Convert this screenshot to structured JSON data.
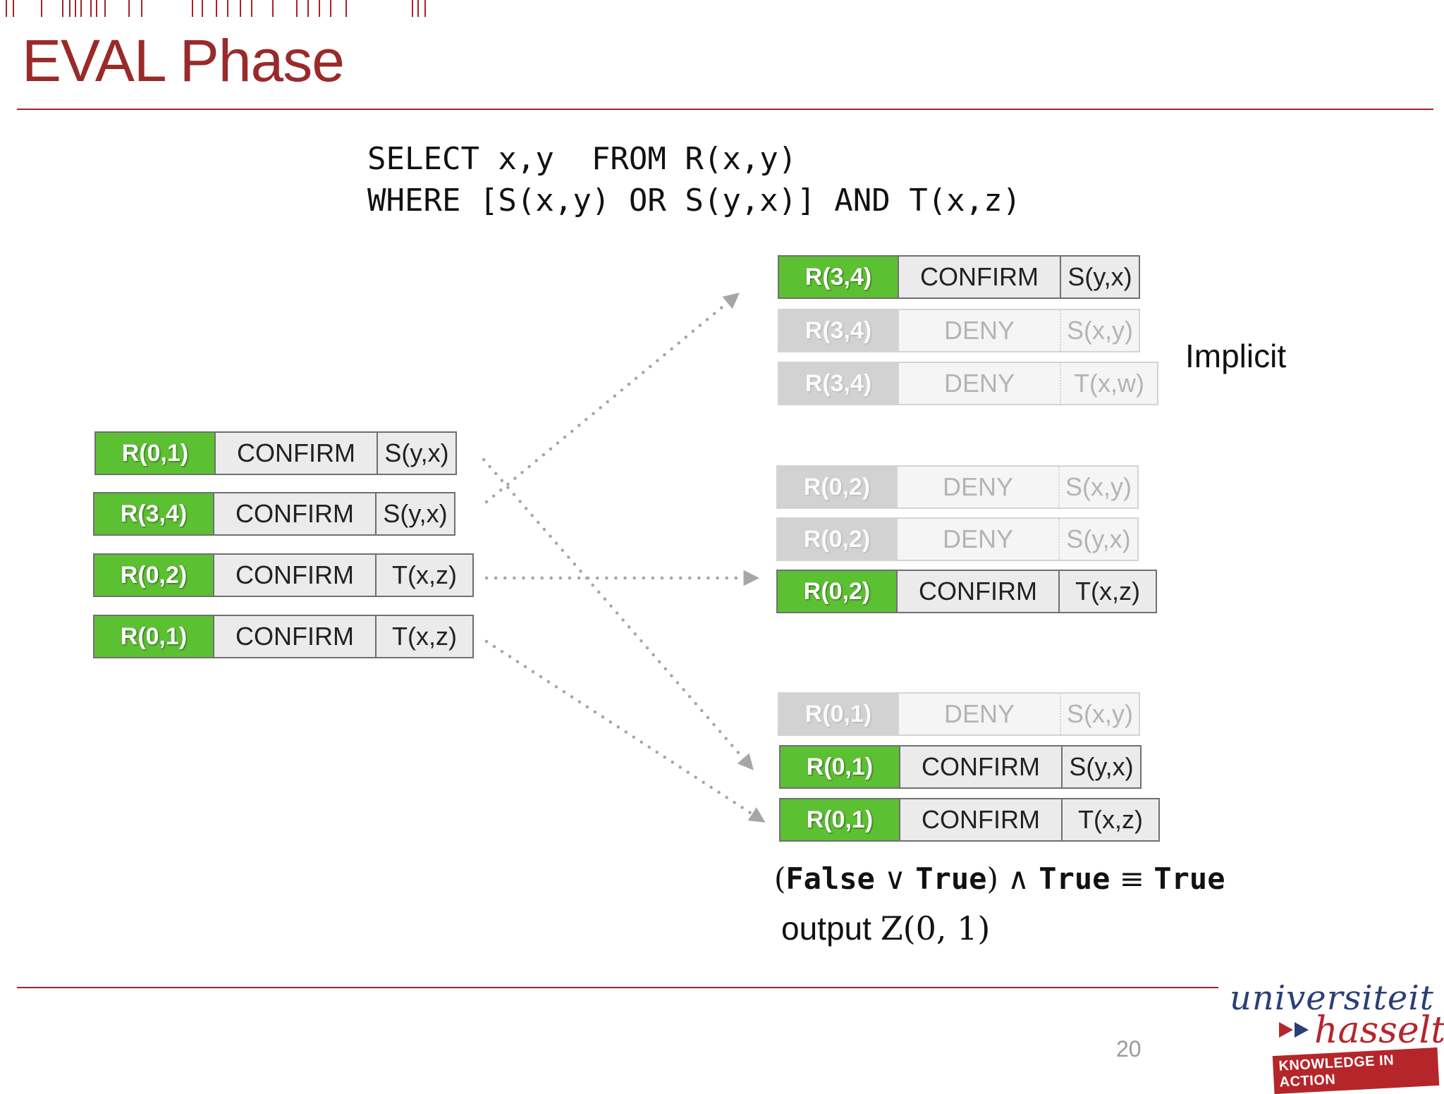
{
  "slide": {
    "title": "EVAL Phase",
    "page_number": "20"
  },
  "query": {
    "line1": "SELECT x,y  FROM R(x,y)",
    "line2": "WHERE [S(x,y) OR S(y,x)] AND T(x,z)"
  },
  "input_rows": [
    {
      "rel": "R(0,1)",
      "action": "CONFIRM",
      "cond": "S(y,x)",
      "state": "active"
    },
    {
      "rel": "R(3,4)",
      "action": "CONFIRM",
      "cond": "S(y,x)",
      "state": "active"
    },
    {
      "rel": "R(0,2)",
      "action": "CONFIRM",
      "cond": "T(x,z)",
      "state": "active"
    },
    {
      "rel": "R(0,1)",
      "action": "CONFIRM",
      "cond": "T(x,z)",
      "state": "active"
    }
  ],
  "groups": [
    {
      "rows": [
        {
          "rel": "R(3,4)",
          "action": "CONFIRM",
          "cond": "S(y,x)",
          "state": "active"
        },
        {
          "rel": "R(3,4)",
          "action": "DENY",
          "cond": "S(x,y)",
          "state": "implicit"
        },
        {
          "rel": "R(3,4)",
          "action": "DENY",
          "cond": "T(x,w)",
          "state": "implicit"
        }
      ]
    },
    {
      "rows": [
        {
          "rel": "R(0,2)",
          "action": "DENY",
          "cond": "S(x,y)",
          "state": "implicit"
        },
        {
          "rel": "R(0,2)",
          "action": "DENY",
          "cond": "S(y,x)",
          "state": "implicit"
        },
        {
          "rel": "R(0,2)",
          "action": "CONFIRM",
          "cond": "T(x,z)",
          "state": "active"
        }
      ]
    },
    {
      "rows": [
        {
          "rel": "R(0,1)",
          "action": "DENY",
          "cond": "S(x,y)",
          "state": "implicit"
        },
        {
          "rel": "R(0,1)",
          "action": "CONFIRM",
          "cond": "S(y,x)",
          "state": "active"
        },
        {
          "rel": "R(0,1)",
          "action": "CONFIRM",
          "cond": "T(x,z)",
          "state": "active"
        }
      ]
    }
  ],
  "implicit_label": "Implicit",
  "evaluation": {
    "paren_open": "(",
    "false": "False",
    "or": " ∨ ",
    "true1": "True",
    "paren_close": ")",
    "and": " ∧ ",
    "true2": "True",
    "equiv": " ≡ ",
    "true3": "True"
  },
  "output": {
    "label": "output",
    "math": "Z(0, 1)"
  },
  "logo": {
    "top": "universiteit",
    "bottom": "hasselt",
    "tagline": "KNOWLEDGE IN ACTION"
  },
  "colors": {
    "title": "#9a2a2a",
    "rule": "#a8232a",
    "confirm_green": "#5cc132",
    "implicit_gray": "#d2d2d2",
    "logo_blue": "#2c3e78",
    "logo_red": "#b5262b"
  }
}
